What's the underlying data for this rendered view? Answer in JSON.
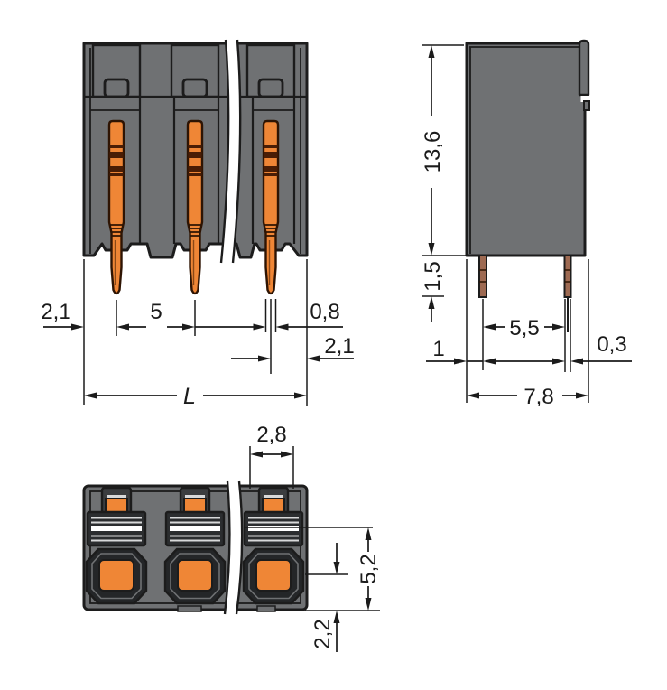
{
  "title": "terminal-block-dimensional-drawing",
  "views": {
    "front": {
      "label": "front-view",
      "dims": {
        "left_margin": "2,1",
        "pin_pitch": "5",
        "pin_width": "0,8",
        "right_margin": "2,1",
        "total_length": "L"
      }
    },
    "side": {
      "label": "side-view",
      "dims": {
        "housing_height": "13,6",
        "pin_protrusion": "1,5",
        "edge_to_pin": "1",
        "pin_spacing": "5,5",
        "pin_thickness": "0,3",
        "housing_depth": "7,8"
      }
    },
    "top": {
      "label": "top-view",
      "dims": {
        "clamp_window_width": "2,8",
        "clamp_to_bottom_edge": "5,2",
        "port_center_to_bottom_edge": "2,2"
      }
    }
  },
  "colors": {
    "paper": "#ffffff",
    "housing": "#6f7173",
    "outline": "#1c1c1c",
    "orange": "#ef8636",
    "pin-stroke": "#2e1403",
    "band": "#4a1d05",
    "side-pin": "#9e6a52",
    "dim": "#1b1b1b",
    "slat-dark": "#2b2d2f",
    "slat-light": "#d8d9da",
    "port-dark": "#242628",
    "button-bar": "#3b3d3f"
  }
}
